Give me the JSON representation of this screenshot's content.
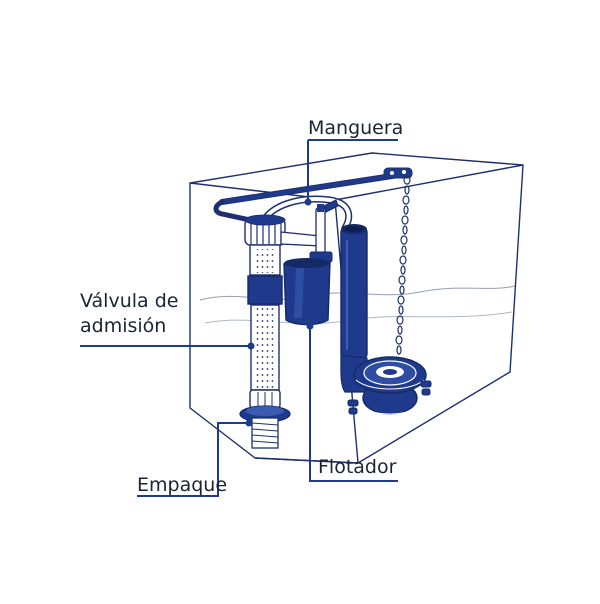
{
  "labels": {
    "manguera": "Manguera",
    "valvula_line1": "Válvula de",
    "valvula_line2": "admisión",
    "empaque": "Empaque",
    "flotador": "Flotador"
  },
  "colors": {
    "navy": "#1f3a8c",
    "navy_dark": "#142a66",
    "outline": "#1e2f6e",
    "leader": "#1f3a8c",
    "text": "#1b2433",
    "background": "#ffffff"
  }
}
